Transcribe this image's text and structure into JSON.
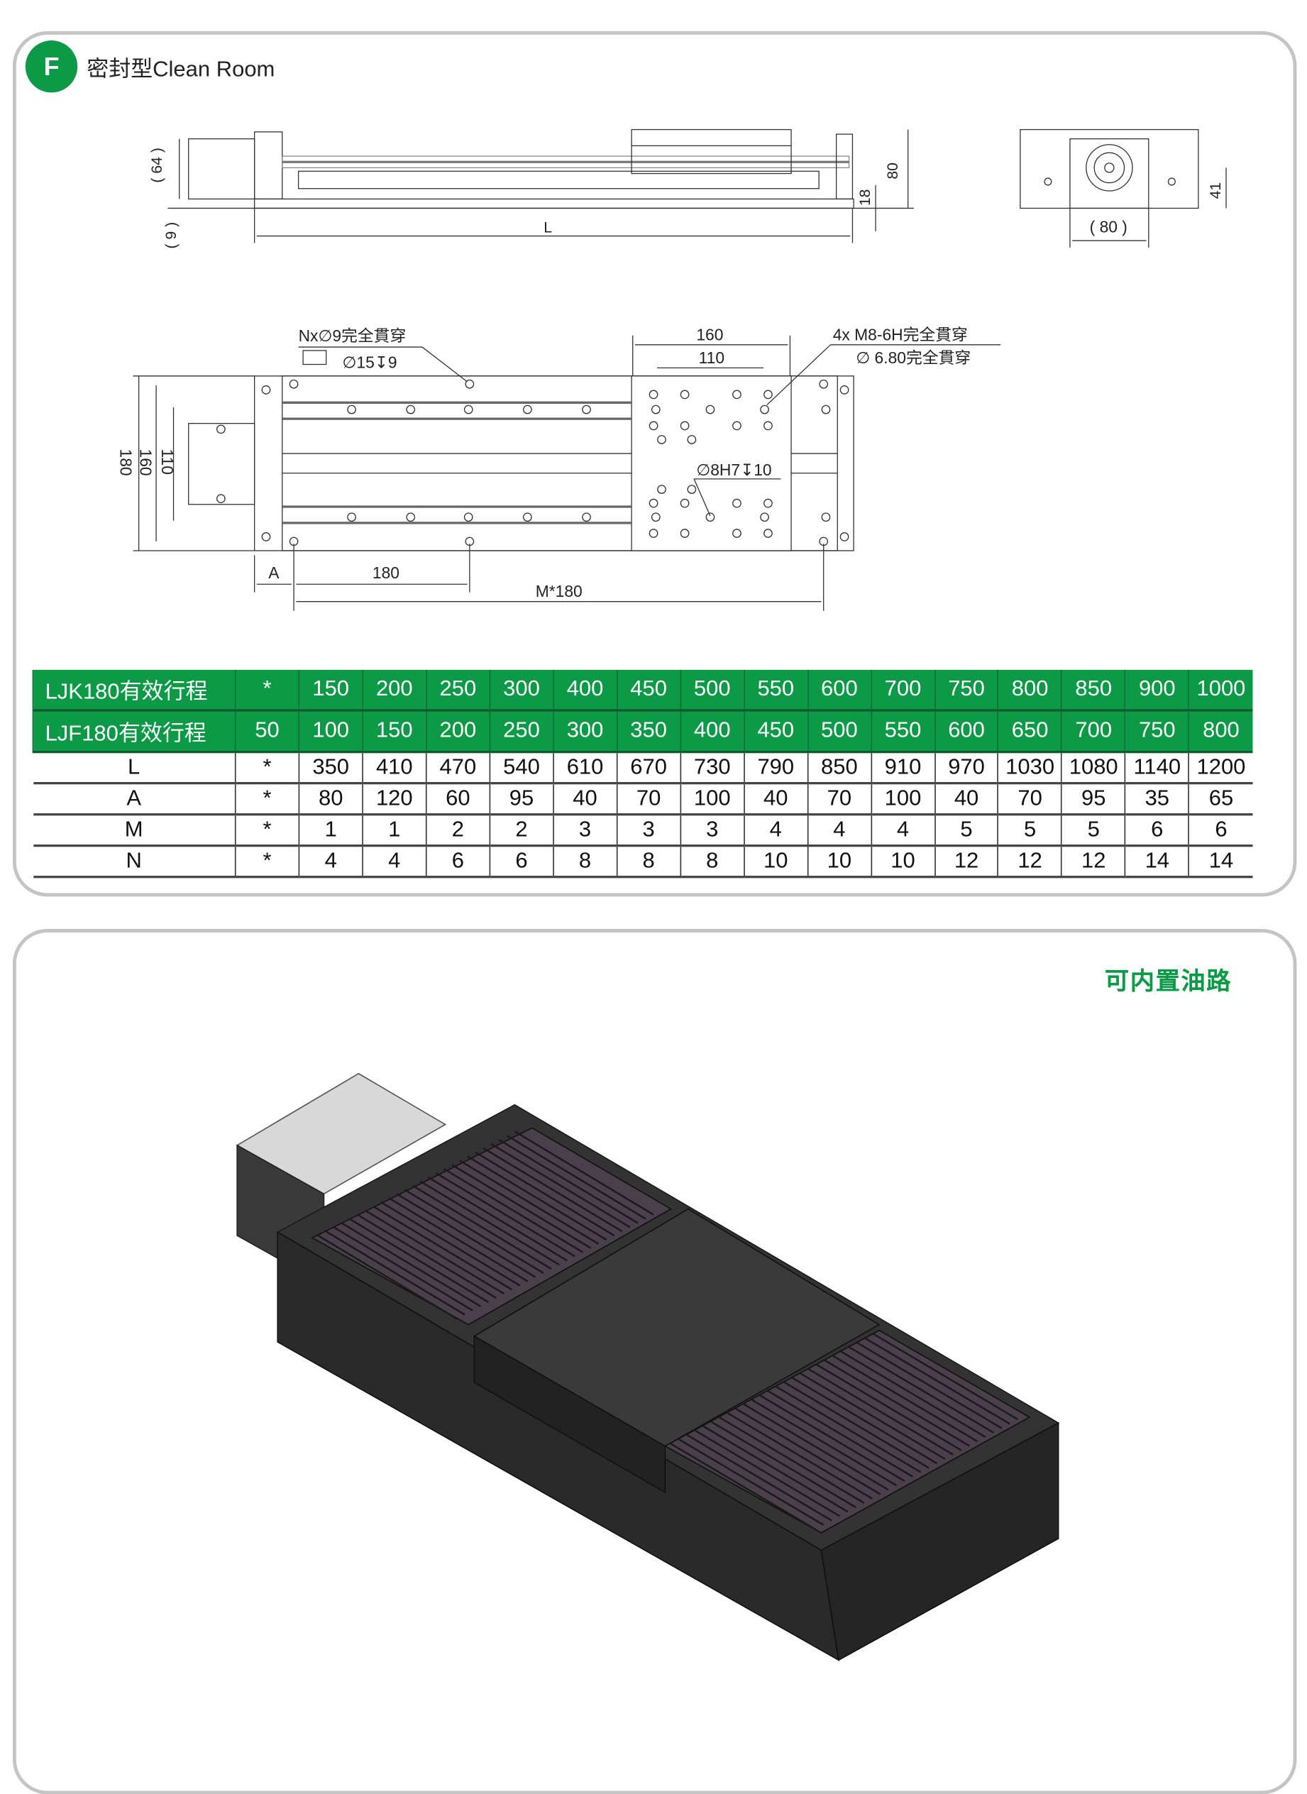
{
  "header": {
    "badge": "F",
    "title": "密封型Clean Room"
  },
  "side_view": {
    "dim_64": "( 64 )",
    "dim_9": "( 9 )",
    "dim_L": "L",
    "dim_18": "18",
    "dim_80": "80"
  },
  "end_view": {
    "dim_80": "( 80 )",
    "dim_41": "41"
  },
  "top_view": {
    "note_n_holes": "Nx∅9完全貫穿",
    "note_counterbore": "∅15↧9",
    "dim_160": "160",
    "dim_110": "110",
    "note_m8_1": "4x   M8-6H完全貫穿",
    "note_m8_2": "∅ 6.80完全貫穿",
    "note_pin": "∅8H7↧10",
    "dim_180v": "180",
    "dim_160v": "160",
    "dim_110v": "110",
    "dim_A": "A",
    "dim_180h": "180",
    "dim_M180": "M*180"
  },
  "table": {
    "rows": [
      {
        "label": "LJK180有效行程",
        "values": [
          "*",
          "150",
          "200",
          "250",
          "300",
          "400",
          "450",
          "500",
          "550",
          "600",
          "700",
          "750",
          "800",
          "850",
          "900",
          "1000"
        ]
      },
      {
        "label": "LJF180有效行程",
        "values": [
          "50",
          "100",
          "150",
          "200",
          "250",
          "300",
          "350",
          "400",
          "450",
          "500",
          "550",
          "600",
          "650",
          "700",
          "750",
          "800"
        ]
      },
      {
        "label": "L",
        "values": [
          "*",
          "350",
          "410",
          "470",
          "540",
          "610",
          "670",
          "730",
          "790",
          "850",
          "910",
          "970",
          "1030",
          "1080",
          "1140",
          "1200"
        ]
      },
      {
        "label": "A",
        "values": [
          "*",
          "80",
          "120",
          "60",
          "95",
          "40",
          "70",
          "100",
          "40",
          "70",
          "100",
          "40",
          "70",
          "95",
          "35",
          "65"
        ]
      },
      {
        "label": "M",
        "values": [
          "*",
          "1",
          "1",
          "2",
          "2",
          "3",
          "3",
          "3",
          "4",
          "4",
          "4",
          "5",
          "5",
          "5",
          "6",
          "6"
        ]
      },
      {
        "label": "N",
        "values": [
          "*",
          "4",
          "4",
          "6",
          "6",
          "8",
          "8",
          "8",
          "10",
          "10",
          "10",
          "12",
          "12",
          "12",
          "14",
          "14"
        ]
      }
    ]
  },
  "render": {
    "caption": "可内置油路"
  },
  "colors": {
    "brand_green": "#0c9a47",
    "body": "#2e2e2e"
  }
}
